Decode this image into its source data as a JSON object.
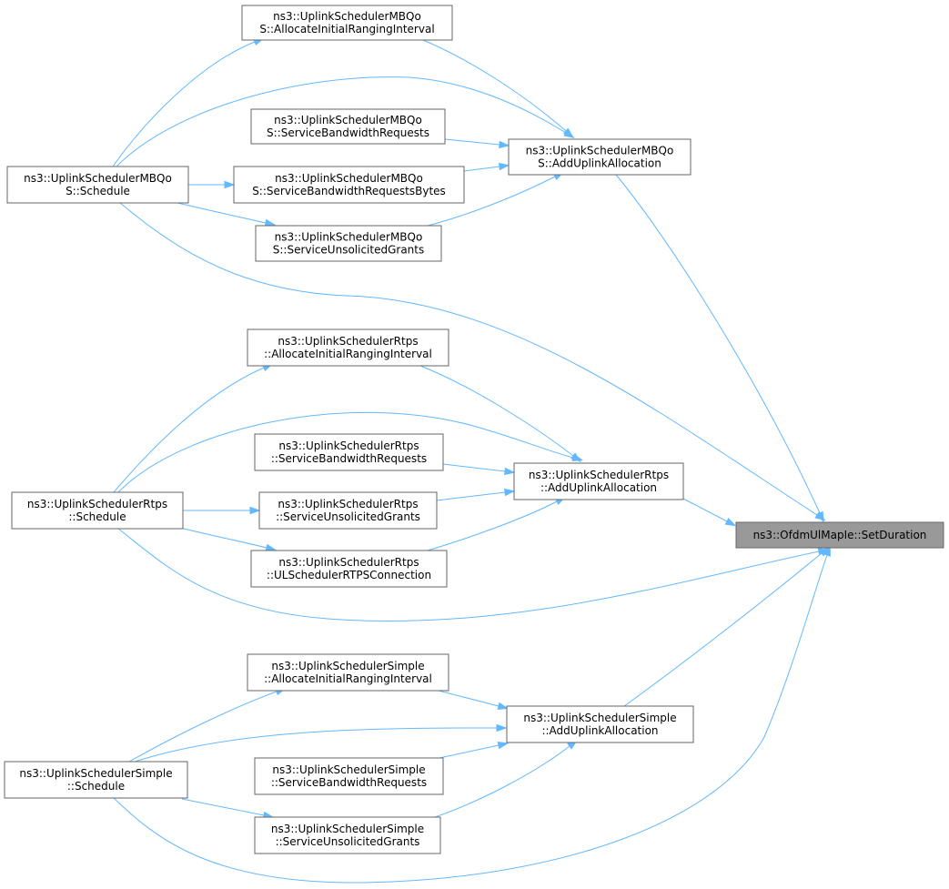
{
  "graph": {
    "nodes": [
      {
        "id": "target",
        "lines": [
          "ns3::OfdmUlMapIe::SetDuration"
        ],
        "highlight": true
      },
      {
        "id": "mbqos_add",
        "lines": [
          "ns3::UplinkSchedulerMBQo",
          "S::AddUplinkAllocation"
        ]
      },
      {
        "id": "mbqos_init",
        "lines": [
          "ns3::UplinkSchedulerMBQo",
          "S::AllocateInitialRangingInterval"
        ]
      },
      {
        "id": "mbqos_sbr",
        "lines": [
          "ns3::UplinkSchedulerMBQo",
          "S::ServiceBandwidthRequests"
        ]
      },
      {
        "id": "mbqos_sbrb",
        "lines": [
          "ns3::UplinkSchedulerMBQo",
          "S::ServiceBandwidthRequestsBytes"
        ]
      },
      {
        "id": "mbqos_sug",
        "lines": [
          "ns3::UplinkSchedulerMBQo",
          "S::ServiceUnsolicitedGrants"
        ]
      },
      {
        "id": "mbqos_sched",
        "lines": [
          "ns3::UplinkSchedulerMBQo",
          "S::Schedule"
        ]
      },
      {
        "id": "rtps_add",
        "lines": [
          "ns3::UplinkSchedulerRtps",
          "::AddUplinkAllocation"
        ]
      },
      {
        "id": "rtps_init",
        "lines": [
          "ns3::UplinkSchedulerRtps",
          "::AllocateInitialRangingInterval"
        ]
      },
      {
        "id": "rtps_sbr",
        "lines": [
          "ns3::UplinkSchedulerRtps",
          "::ServiceBandwidthRequests"
        ]
      },
      {
        "id": "rtps_sug",
        "lines": [
          "ns3::UplinkSchedulerRtps",
          "::ServiceUnsolicitedGrants"
        ]
      },
      {
        "id": "rtps_ulconn",
        "lines": [
          "ns3::UplinkSchedulerRtps",
          "::ULSchedulerRTPSConnection"
        ]
      },
      {
        "id": "rtps_sched",
        "lines": [
          "ns3::UplinkSchedulerRtps",
          "::Schedule"
        ]
      },
      {
        "id": "simple_add",
        "lines": [
          "ns3::UplinkSchedulerSimple",
          "::AddUplinkAllocation"
        ]
      },
      {
        "id": "simple_init",
        "lines": [
          "ns3::UplinkSchedulerSimple",
          "::AllocateInitialRangingInterval"
        ]
      },
      {
        "id": "simple_sbr",
        "lines": [
          "ns3::UplinkSchedulerSimple",
          "::ServiceBandwidthRequests"
        ]
      },
      {
        "id": "simple_sug",
        "lines": [
          "ns3::UplinkSchedulerSimple",
          "::ServiceUnsolicitedGrants"
        ]
      },
      {
        "id": "simple_sched",
        "lines": [
          "ns3::UplinkSchedulerSimple",
          "::Schedule"
        ]
      }
    ],
    "edges": [
      {
        "from": "mbqos_add",
        "to": "target"
      },
      {
        "from": "mbqos_init",
        "to": "mbqos_add"
      },
      {
        "from": "mbqos_sched",
        "to": "mbqos_init"
      },
      {
        "from": "mbqos_sched",
        "to": "mbqos_add"
      },
      {
        "from": "mbqos_sbr",
        "to": "mbqos_add"
      },
      {
        "from": "mbqos_sbrb",
        "to": "mbqos_add"
      },
      {
        "from": "mbqos_sched",
        "to": "mbqos_sbrb"
      },
      {
        "from": "mbqos_sug",
        "to": "mbqos_add"
      },
      {
        "from": "mbqos_sched",
        "to": "mbqos_sug"
      },
      {
        "from": "mbqos_sched",
        "to": "target"
      },
      {
        "from": "rtps_add",
        "to": "target"
      },
      {
        "from": "rtps_init",
        "to": "rtps_add"
      },
      {
        "from": "rtps_sched",
        "to": "rtps_init"
      },
      {
        "from": "rtps_sched",
        "to": "rtps_add"
      },
      {
        "from": "rtps_sbr",
        "to": "rtps_add"
      },
      {
        "from": "rtps_sug",
        "to": "rtps_add"
      },
      {
        "from": "rtps_sched",
        "to": "rtps_sug"
      },
      {
        "from": "rtps_ulconn",
        "to": "rtps_add"
      },
      {
        "from": "rtps_sched",
        "to": "rtps_ulconn"
      },
      {
        "from": "rtps_sched",
        "to": "target"
      },
      {
        "from": "simple_add",
        "to": "target"
      },
      {
        "from": "simple_init",
        "to": "simple_add"
      },
      {
        "from": "simple_sched",
        "to": "simple_init"
      },
      {
        "from": "simple_sched",
        "to": "simple_add"
      },
      {
        "from": "simple_sbr",
        "to": "simple_add"
      },
      {
        "from": "simple_sug",
        "to": "simple_add"
      },
      {
        "from": "simple_sched",
        "to": "simple_sug"
      },
      {
        "from": "simple_sched",
        "to": "target"
      }
    ]
  }
}
